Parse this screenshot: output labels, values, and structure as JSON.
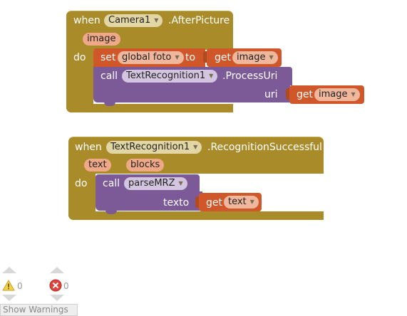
{
  "block1": {
    "when": "when",
    "component": "Camera1",
    "event": ".AfterPicture",
    "param": "image",
    "do": "do",
    "set_kw": "set",
    "set_var": "global foto",
    "to_kw": "to",
    "get_kw": "get",
    "get_var": "image",
    "call_kw": "call",
    "call_component": "TextRecognition1",
    "call_method": ".ProcessUri",
    "arg_label": "uri",
    "arg_get_kw": "get",
    "arg_get_var": "image"
  },
  "block2": {
    "when": "when",
    "component": "TextRecognition1",
    "event": ".RecognitionSuccessful",
    "param1": "text",
    "param2": "blocks",
    "do": "do",
    "call_kw": "call",
    "procedure": "parseMRZ",
    "arg_label": "texto",
    "get_kw": "get",
    "get_var": "text"
  },
  "indicators": {
    "warnings_count": "0",
    "errors_count": "0",
    "show_warnings_label": "Show Warnings"
  },
  "colors": {
    "event_block": "#a98b2a",
    "procedure_block": "#7c5a98",
    "variable_block": "#d0572a"
  },
  "icons": [
    "dropdown-arrow-icon",
    "warning-icon",
    "error-icon",
    "arrow-up-icon",
    "arrow-down-icon"
  ]
}
